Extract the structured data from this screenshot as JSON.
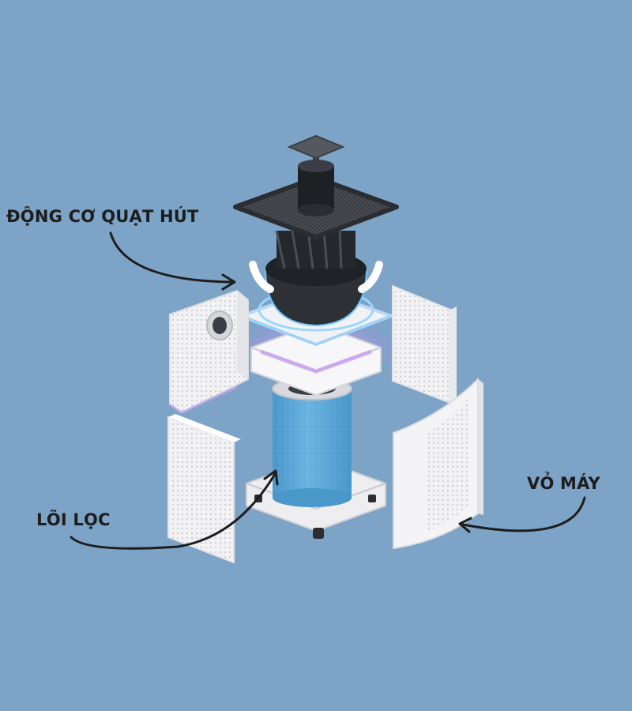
{
  "labels": {
    "motor": "ĐỘNG CƠ QUẠT HÚT",
    "core": "LÕI LỌC",
    "shell": "VỎ MÁY"
  },
  "colors": {
    "background": "#7da3c6",
    "label_text": "#1d1d1d",
    "filter_blue": "#5aa9d8",
    "uv_glow": "#c9a5f0",
    "housing_white": "#f4f4f6",
    "fan_dark": "#2a2d31"
  }
}
